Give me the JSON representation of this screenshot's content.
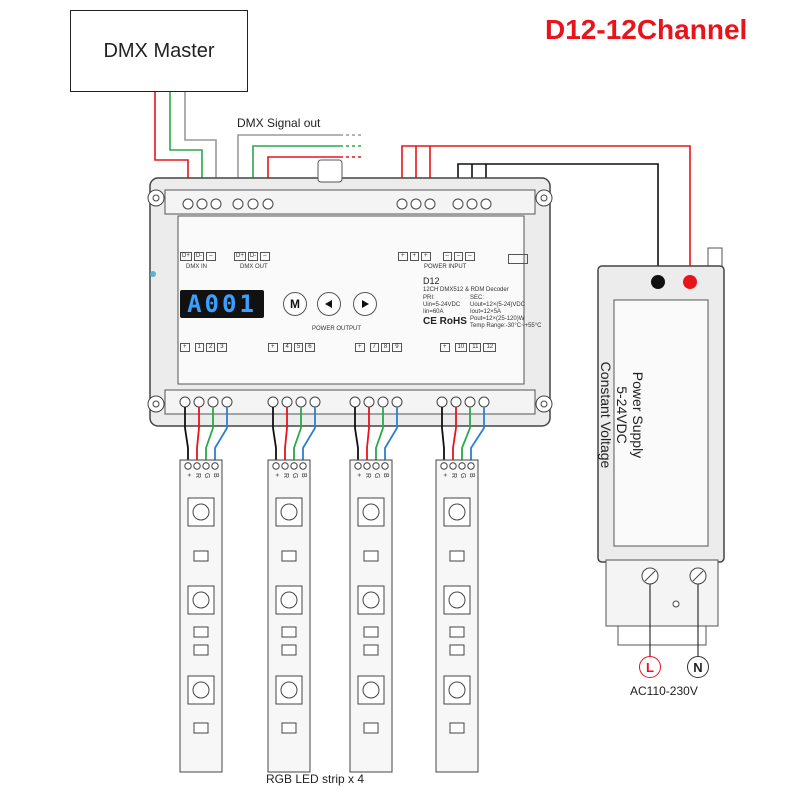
{
  "title": "D12-12Channel",
  "master": {
    "label": "DMX Master"
  },
  "signal_label": "DMX Signal out",
  "controller": {
    "dmx_in_pins": [
      "D+",
      "D-",
      "–"
    ],
    "dmx_in_label": "DMX IN",
    "dmx_out_pins": [
      "D+",
      "D-",
      "–"
    ],
    "dmx_out_label": "DMX OUT",
    "power_input_pins": [
      "+",
      "+",
      "+",
      "–",
      "–",
      "–"
    ],
    "power_input_label": "POWER INPUT",
    "display": "A001",
    "buttons": [
      "M",
      "prev",
      "next"
    ],
    "model": "D12",
    "subtitle": "12CH DMX512 & RDM Decoder",
    "pri_lines": [
      "PRI:",
      "Uin=5-24VDC",
      "Iin=60A"
    ],
    "sec_lines": [
      "SEC:",
      "Uout=12×(5-24)VDC",
      "Iout=12×5A",
      "Pout=12×(25-120)W",
      "Temp Range:-30°C~+55°C"
    ],
    "marks": "CE RoHS",
    "power_output_label": "POWER OUTPUT",
    "output_groups": [
      [
        "+",
        "1",
        "2",
        "3"
      ],
      [
        "+",
        "4",
        "5",
        "6"
      ],
      [
        "+",
        "7",
        "8",
        "9"
      ],
      [
        "+",
        "10",
        "11",
        "12"
      ]
    ]
  },
  "strip_pins": [
    "+",
    "R",
    "G",
    "B"
  ],
  "strip_label": "RGB LED strip x 4",
  "power_supply": {
    "lines": [
      "Power Supply",
      "5-24VDC",
      "Constant Voltage"
    ],
    "live": "L",
    "neutral": "N",
    "ac_label": "AC110-230V"
  },
  "colors": {
    "red": "#e8141b",
    "green": "#2aa84a",
    "blue": "#2a7fd4",
    "black": "#111111",
    "gray": "#9a9a9a",
    "display_text": "#3aa0ff"
  }
}
